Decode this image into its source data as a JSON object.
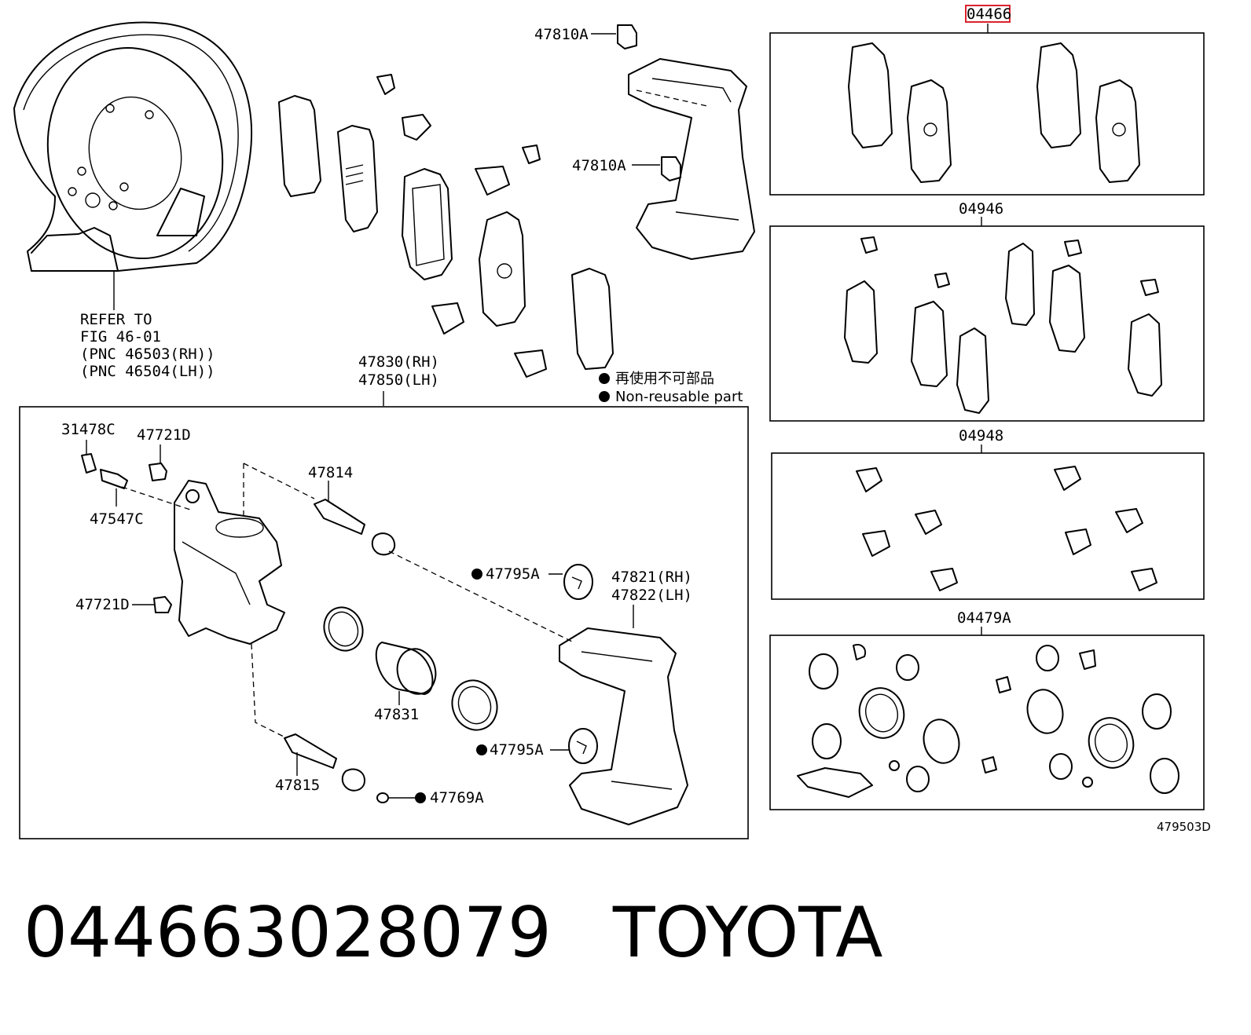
{
  "refer": {
    "line1": "REFER TO",
    "line2": "FIG 46-01",
    "line3": "(PNC 46503(RH))",
    "line4": "(PNC 46504(LH))"
  },
  "labels": {
    "bolt_a_top": "47810A",
    "bolt_a_mid": "47810A",
    "caliper_rh": "47830(RH)",
    "caliper_lh": "47850(LH)",
    "bleeder": "31478C",
    "bleeder_cap": "47547C",
    "plug_top": "47721D",
    "plug_left": "47721D",
    "pin_upper": "47814",
    "pin_lower": "47815",
    "piston": "47831",
    "clip_upper": "47795A",
    "clip_lower": "47795A",
    "bushing": "47769A",
    "mounting_rh": "47821(RH)",
    "mounting_lh": "47822(LH)"
  },
  "legend": {
    "japanese": "再使用不可部品",
    "english": "Non-reusable part"
  },
  "kits": {
    "pad_kit": "04466",
    "shim_kit": "04946",
    "fitting_kit": "04948",
    "seal_kit": "04479A"
  },
  "figure_code": "479503D",
  "caption": {
    "part_number": "04466302807­9",
    "brand": "TOYOTA"
  },
  "highlight_color": "#d9232d"
}
